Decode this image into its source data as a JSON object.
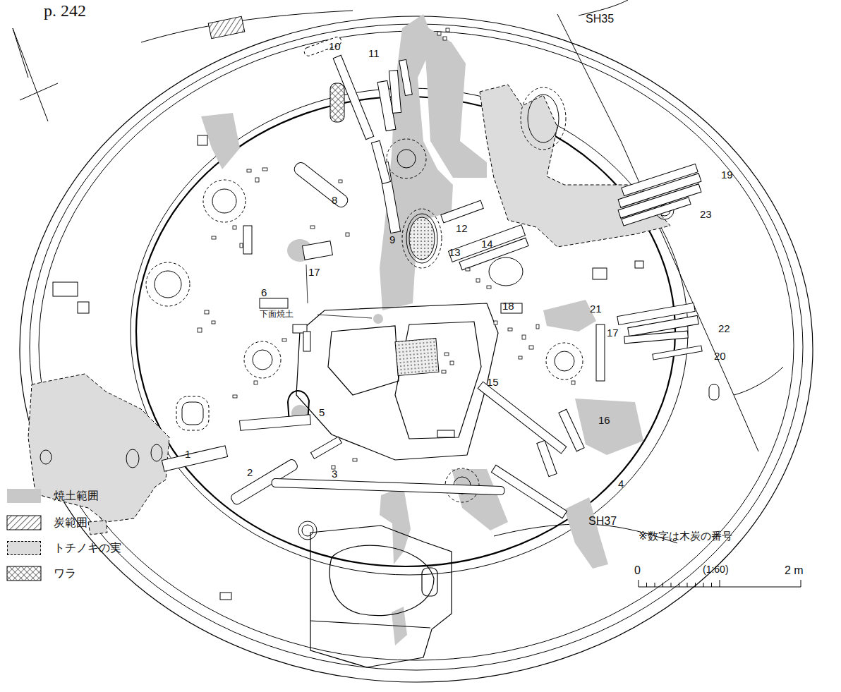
{
  "diagram": {
    "labels": [
      "p. 242",
      "SH35",
      "10",
      "11",
      "19",
      "12",
      "9",
      "8",
      "13",
      "14",
      "23",
      "17",
      "6",
      "下面焼土",
      "21",
      "18",
      "22",
      "17",
      "20",
      "5",
      "15",
      "16",
      "1",
      "2",
      "3",
      "4",
      "SH37",
      "※数字は木炭の番号",
      "0",
      "(1:60)",
      "2 m"
    ],
    "legend": [
      {
        "text": "焼土範囲",
        "color": "#c8c8c8"
      },
      {
        "text": "炭範囲"
      },
      {
        "text": "トチノキの実",
        "color": "#dcdcdc"
      },
      {
        "text": "ワラ"
      }
    ]
  }
}
